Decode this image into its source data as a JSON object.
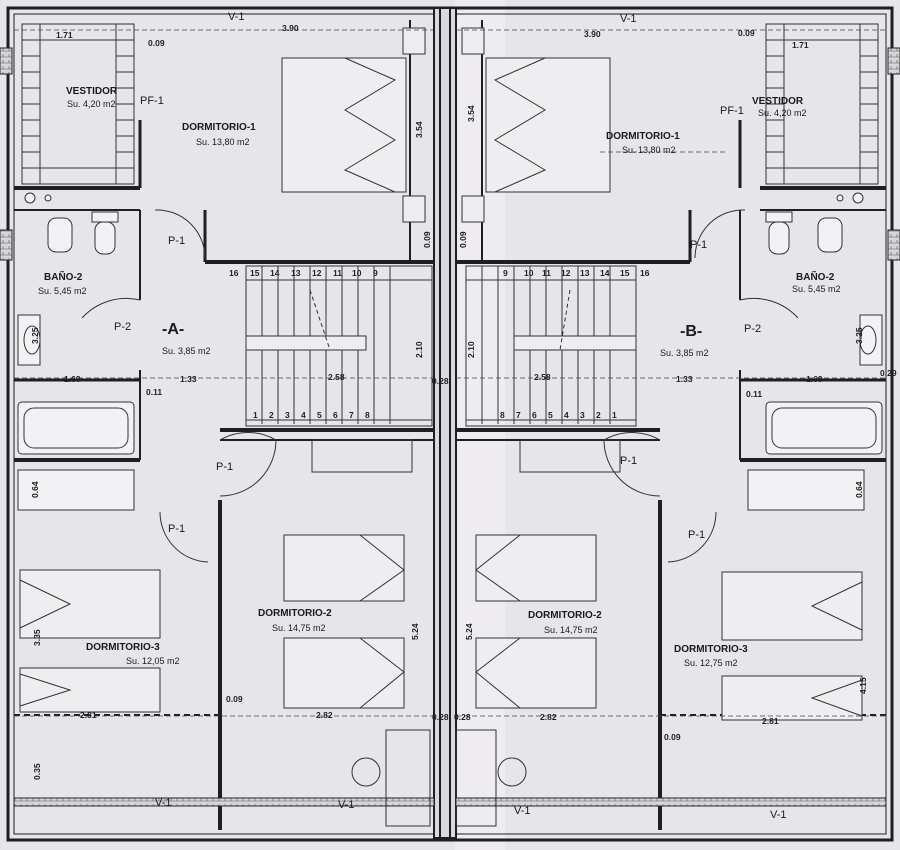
{
  "left": {
    "unit": "-A-",
    "unit_area": "Su. 3,85 m2",
    "vestidor": {
      "name": "VESTIDOR",
      "area": "Su. 4,20 m2"
    },
    "pf": "PF-1",
    "dorm1": {
      "name": "DORMITORIO-1",
      "area": "Su. 13,80 m2"
    },
    "bano": {
      "name": "BAÑO-2",
      "area": "Su. 5,45 m2"
    },
    "dorm2": {
      "name": "DORMITORIO-2",
      "area": "Su. 14,75 m2"
    },
    "dorm3": {
      "name": "DORMITORIO-3",
      "area": "Su. 12,05 m2"
    },
    "doors": {
      "p1a": "P-1",
      "p2": "P-2",
      "p1b": "P-1",
      "p1c": "P-1"
    },
    "v1_top": "V-1",
    "v1_bl": "V-1",
    "v1_bm": "V-1",
    "dims": {
      "d390": "3.90",
      "d009a": "0.09",
      "d171": "1.71",
      "d354": "3.54",
      "d009b": "0.09",
      "d325": "3.25",
      "d169": "1.69",
      "d133": "1.33",
      "d258": "2.58",
      "d011": "0.11",
      "d210": "2.10",
      "d064": "0.64",
      "d335": "3.35",
      "d281": "2.81",
      "d282": "2.82",
      "d009c": "0.09",
      "d524": "5.24",
      "d028a": "0.28",
      "d028b": "0.28",
      "d035": "0.35"
    },
    "steps": [
      "16",
      "15",
      "14",
      "13",
      "12",
      "11",
      "10",
      "9",
      "1",
      "2",
      "3",
      "4",
      "5",
      "6",
      "7",
      "8"
    ]
  },
  "right": {
    "unit": "-B-",
    "unit_area": "Su. 3,85 m2",
    "vestidor": {
      "name": "VESTIDOR",
      "area": "Su. 4,20 m2"
    },
    "pf": "PF-1",
    "dorm1": {
      "name": "DORMITORIO-1",
      "area": "Su. 13,80 m2"
    },
    "bano": {
      "name": "BAÑO-2",
      "area": "Su. 5,45 m2"
    },
    "dorm2": {
      "name": "DORMITORIO-2",
      "area": "Su. 14,75 m2"
    },
    "dorm3": {
      "name": "DORMITORIO-3",
      "area": "Su. 12,75 m2"
    },
    "doors": {
      "p1a": "P-1",
      "p2": "P-2",
      "p1b": "P-1",
      "p1c": "P-1"
    },
    "v1_top": "V-1",
    "v1_bl": "V-1",
    "v1_br": "V-1",
    "dims": {
      "d390": "3.90",
      "d009a": "0.09",
      "d171": "1.71",
      "d354": "3.54",
      "d009b": "0.09",
      "d325": "3.25",
      "d169": "1.69",
      "d133": "1.33",
      "d258": "2.58",
      "d011": "0.11",
      "d210": "2.10",
      "d064": "0.64",
      "d415": "4.15",
      "d281": "2.81",
      "d282": "2.82",
      "d009c": "0.09",
      "d524": "5.24",
      "d028": "0.28",
      "d029": "0.29"
    },
    "steps": [
      "9",
      "10",
      "11",
      "12",
      "13",
      "14",
      "15",
      "16",
      "8",
      "7",
      "6",
      "5",
      "4",
      "3",
      "2",
      "1"
    ]
  }
}
